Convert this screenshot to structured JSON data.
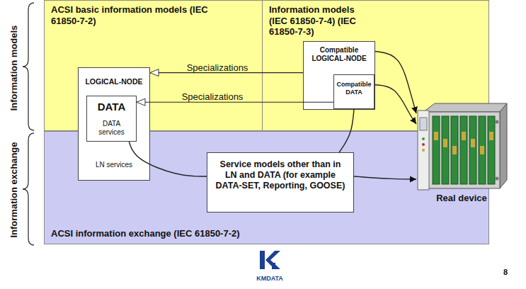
{
  "diagram": {
    "nodes": [
      {
        "text": [
          "ACSI basic information models (IEC 61850-7-2)"
        ]
      },
      {
        "text": [
          "Information models (IEC 61850-7-4) (IEC 61850-7-3)"
        ]
      },
      {
        "text": [
          "ACSI information exchange (IEC 61850-7-2)"
        ]
      },
      {
        "text": [
          "LOGICAL-NODE",
          "LN services"
        ]
      },
      {
        "text": [
          "DATA",
          "DATA services"
        ],
        "in": 3
      },
      {
        "text": [
          "Compatible LOGICAL-NODE"
        ],
        "in": 1
      },
      {
        "text": [
          "Compatible DATA"
        ],
        "in": 5
      },
      {
        "text": [
          "Service models other than in LN and DATA (for example DATA-SET, Reporting, GOOSE)"
        ],
        "in": 2
      },
      {
        "text": [
          "Real device"
        ]
      }
    ],
    "edges": [
      {
        "from": 5,
        "to": 3,
        "arrow": "to",
        "label": "Specializations"
      },
      {
        "from": 6,
        "to": 4,
        "arrow": "to",
        "label": "Specializations"
      },
      {
        "from": 5,
        "to": 8,
        "arrow": "to"
      },
      {
        "from": 6,
        "to": 8,
        "arrow": "to"
      },
      {
        "from": 4,
        "to": 7,
        "arrow": "none"
      },
      {
        "from": 7,
        "to": 8,
        "arrow": "to"
      },
      {
        "from": 6,
        "to": 7,
        "arrow": "none"
      }
    ],
    "labels": [
      "Information models",
      "Information exchange",
      "KMDATA",
      "8"
    ]
  }
}
